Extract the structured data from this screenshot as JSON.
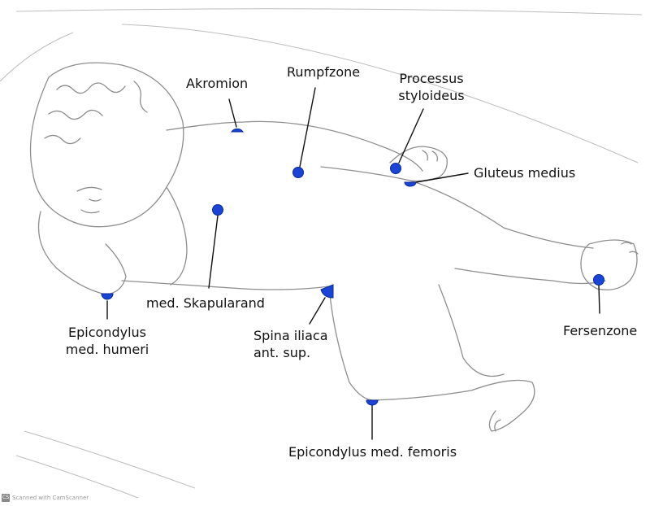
{
  "colors": {
    "marker": "#1a44d6",
    "marker_stroke": "#0a2a9a",
    "line": "#111111",
    "sketch": "#9a9a9a"
  },
  "labels": {
    "akromion": "Akromion",
    "rumpfzone": "Rumpfzone",
    "processus_line1": "Processus",
    "processus_line2": "styloideus",
    "gluteus": "Gluteus medius",
    "skapularand": "med. Skapularand",
    "epicondylus_humeri_line1": "Epicondylus",
    "epicondylus_humeri_line2": "med. humeri",
    "spina_line1": "Spina iliaca",
    "spina_line2": "ant. sup.",
    "fersenzone": "Fersenzone",
    "epicondylus_femoris": "Epicondylus med. femoris"
  },
  "watermark": {
    "badge": "CS",
    "text": "Scanned with CamScanner"
  }
}
